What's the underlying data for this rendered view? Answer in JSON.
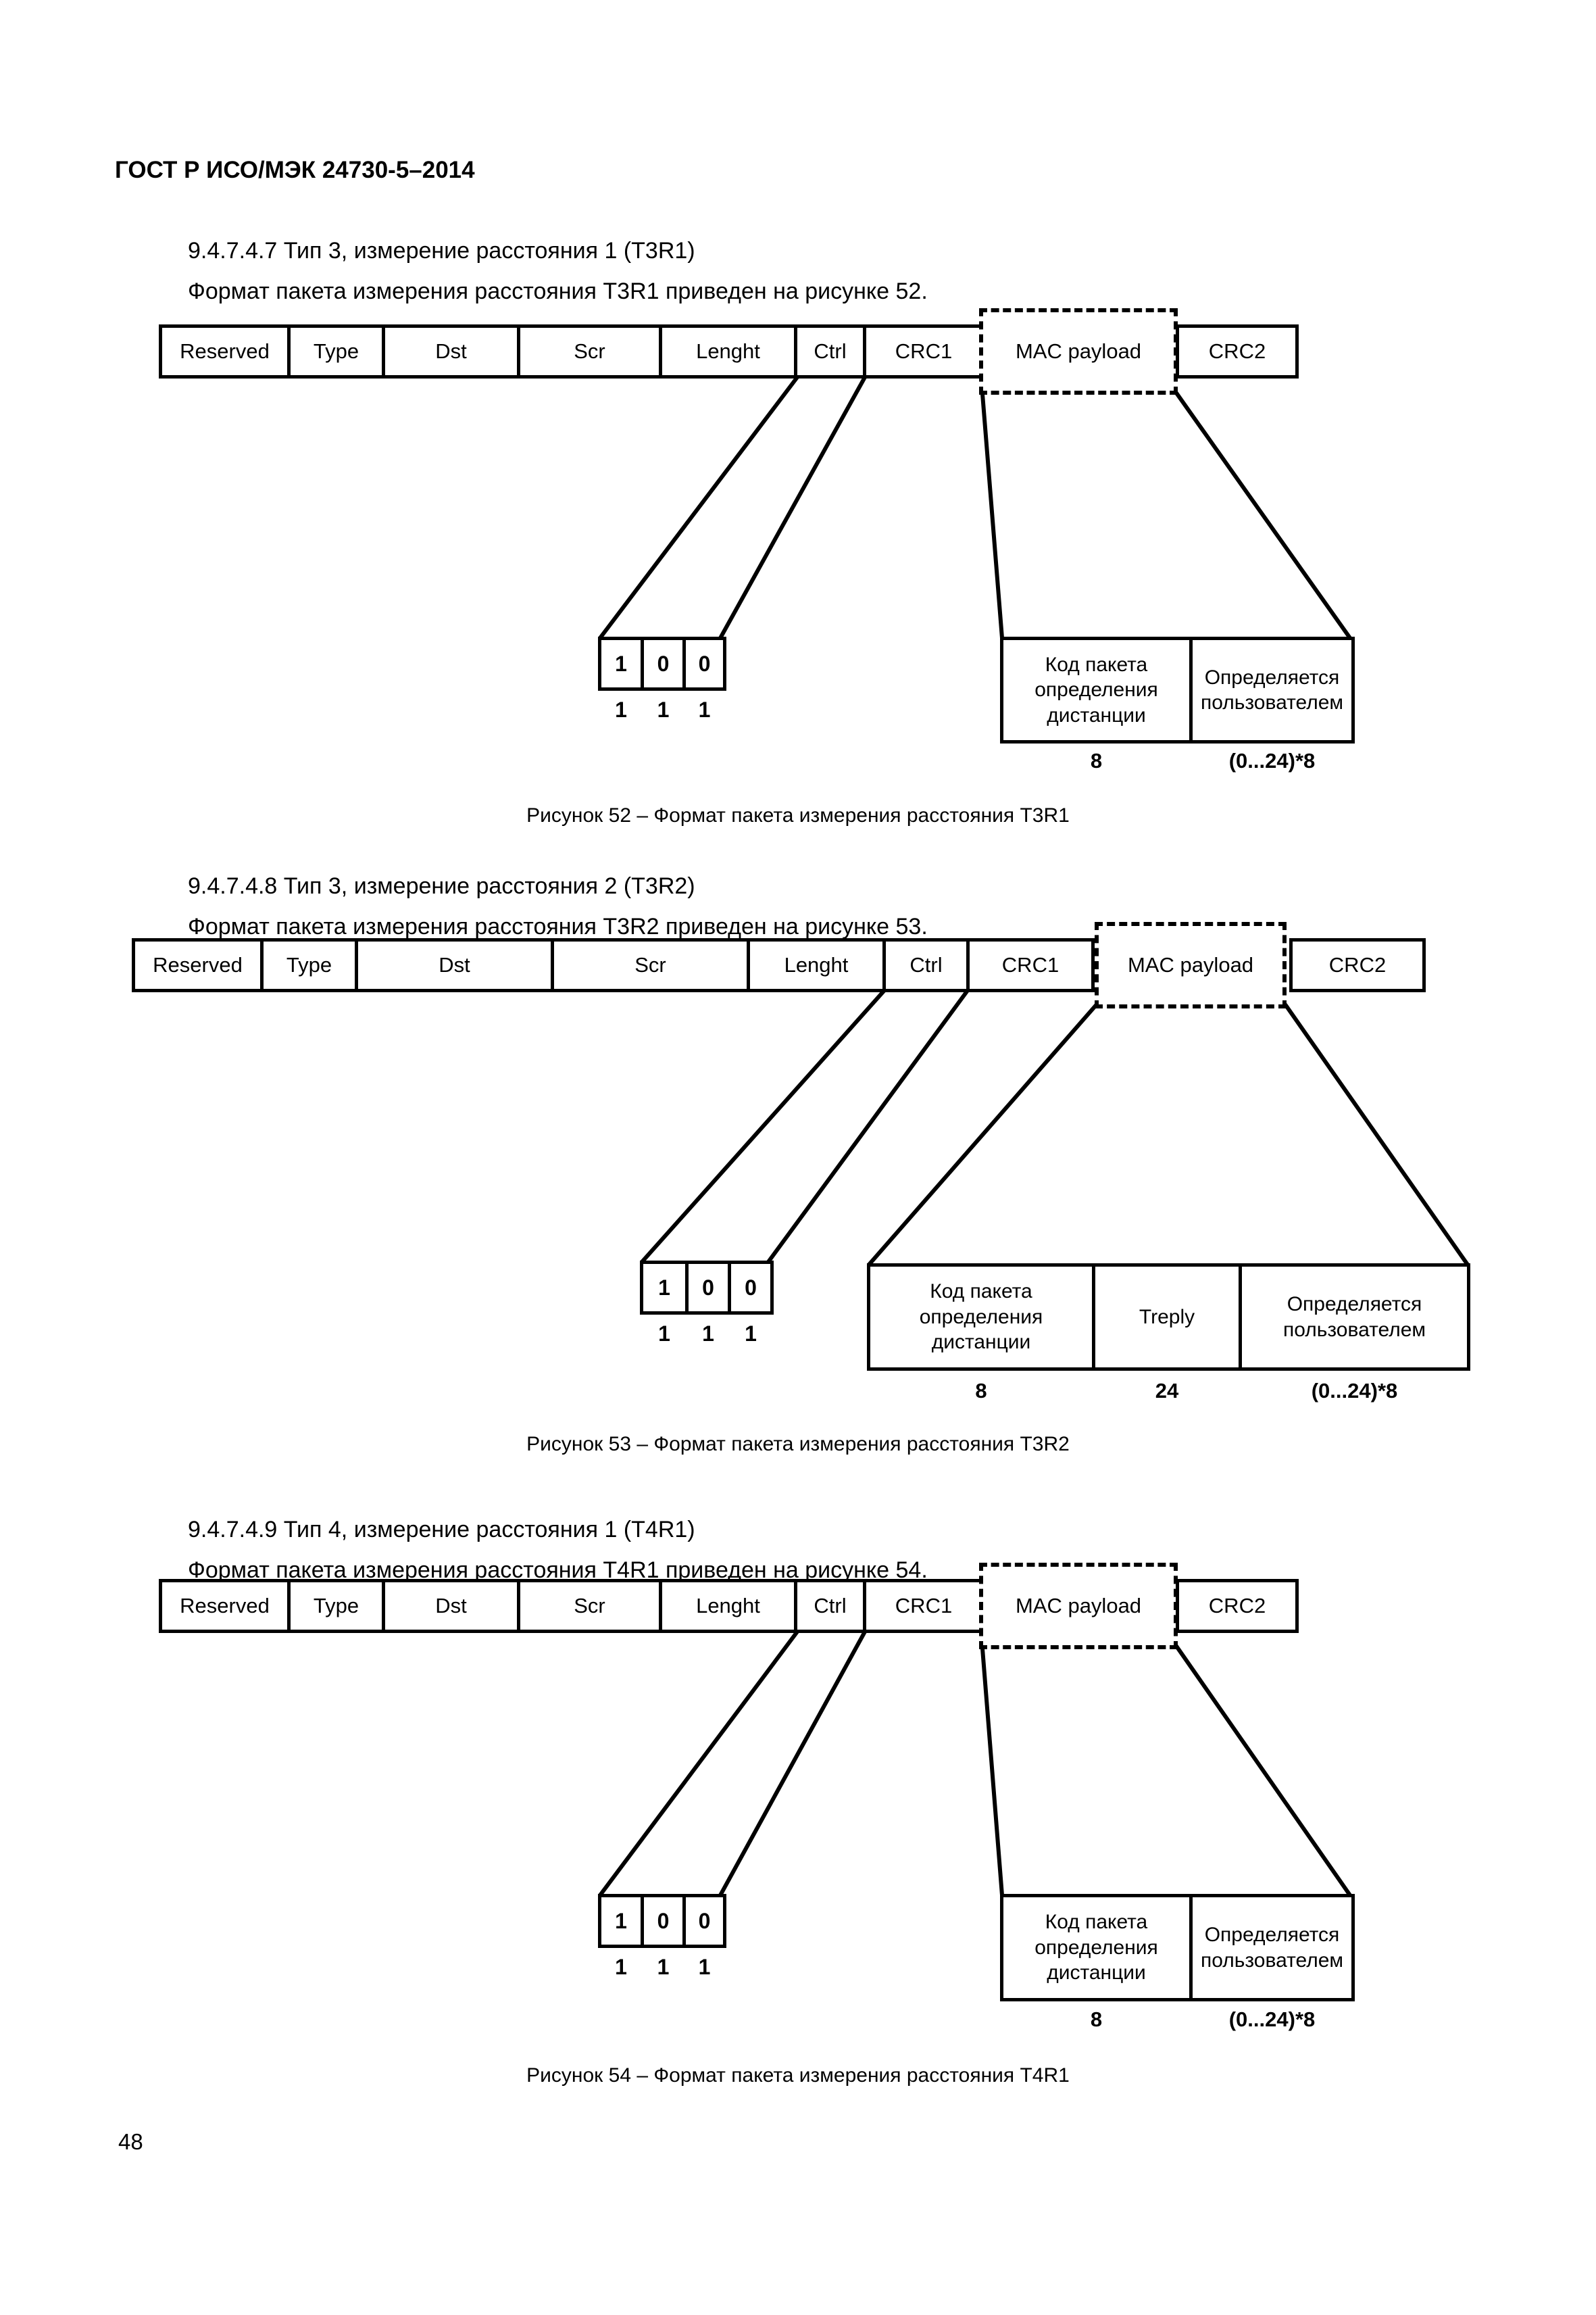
{
  "page": {
    "header": "ГОСТ Р ИСО/МЭК 24730-5–2014",
    "page_number": "48"
  },
  "figures": [
    {
      "heading": "9.4.7.4.7 Тип 3, измерение расстояния 1 (Т3R1)",
      "intro": "Формат пакета измерения расстояния Т3R1 приведен на рисунке 52.",
      "caption": "Рисунок 52 – Формат пакета измерения расстояния Т3R1",
      "fields": [
        "Reserved",
        "Type",
        "Dst",
        "Scr",
        "Lenght",
        "Ctrl",
        "CRC1",
        "MAC payload",
        "CRC2"
      ],
      "bits": [
        "1",
        "0",
        "0"
      ],
      "bit_numbers": [
        "1",
        "1",
        "1"
      ],
      "expansion": {
        "cells": [
          "Код пакета определения дистанции",
          "Определяется пользователем"
        ],
        "sizes": [
          "8",
          "(0...24)*8"
        ]
      }
    },
    {
      "heading": "9.4.7.4.8 Тип 3, измерение расстояния 2 (Т3R2)",
      "intro": "Формат пакета измерения расстояния Т3R2 приведен на рисунке 53.",
      "caption": "Рисунок 53 – Формат пакета измерения расстояния Т3R2",
      "fields": [
        "Reserved",
        "Type",
        "Dst",
        "Scr",
        "Lenght",
        "Ctrl",
        "CRC1",
        "MAC payload",
        "CRC2"
      ],
      "bits": [
        "1",
        "0",
        "0"
      ],
      "bit_numbers": [
        "1",
        "1",
        "1"
      ],
      "expansion": {
        "cells": [
          "Код пакета определения дистанции",
          "Treply",
          "Определяется пользователем"
        ],
        "sizes": [
          "8",
          "24",
          "(0...24)*8"
        ]
      }
    },
    {
      "heading": "9.4.7.4.9 Тип 4, измерение расстояния 1 (Т4R1)",
      "intro": "Формат пакета измерения расстояния Т4R1 приведен на рисунке 54.",
      "caption": "Рисунок 54 – Формат пакета измерения расстояния Т4R1",
      "fields": [
        "Reserved",
        "Type",
        "Dst",
        "Scr",
        "Lenght",
        "Ctrl",
        "CRC1",
        "MAC payload",
        "CRC2"
      ],
      "bits": [
        "1",
        "0",
        "0"
      ],
      "bit_numbers": [
        "1",
        "1",
        "1"
      ],
      "expansion": {
        "cells": [
          "Код пакета определения дистанции",
          "Определяется пользователем"
        ],
        "sizes": [
          "8",
          "(0...24)*8"
        ]
      }
    }
  ]
}
